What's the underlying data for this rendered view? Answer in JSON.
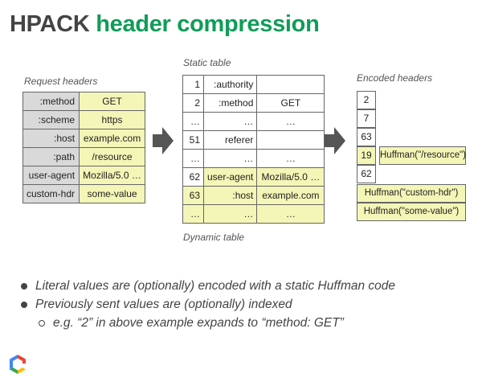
{
  "title": {
    "part1": "HPACK",
    "part2": "header compression"
  },
  "request": {
    "caption": "Request headers",
    "rows": [
      {
        "key": ":method",
        "value": "GET"
      },
      {
        "key": ":scheme",
        "value": "https"
      },
      {
        "key": ":host",
        "value": "example.com"
      },
      {
        "key": ":path",
        "value": "/resource"
      },
      {
        "key": "user-agent",
        "value": "Mozilla/5.0 …"
      },
      {
        "key": "custom-hdr",
        "value": "some-value"
      }
    ]
  },
  "static_table": {
    "caption": "Static table",
    "dynamic_caption": "Dynamic table",
    "rows": [
      {
        "index": "1",
        "key": ":authority",
        "value": "",
        "dynamic": false
      },
      {
        "index": "2",
        "key": ":method",
        "value": "GET",
        "dynamic": false
      },
      {
        "index": "…",
        "key": "…",
        "value": "…",
        "dynamic": false
      },
      {
        "index": "51",
        "key": "referer",
        "value": "",
        "dynamic": false
      },
      {
        "index": "…",
        "key": "…",
        "value": "…",
        "dynamic": false
      },
      {
        "index": "62",
        "key": "user-agent",
        "value": "Mozilla/5.0 …",
        "dynamic": true
      },
      {
        "index": "63",
        "key": ":host",
        "value": "example.com",
        "dynamic": true
      },
      {
        "index": "…",
        "key": "…",
        "value": "…",
        "dynamic": true
      }
    ]
  },
  "encoded": {
    "caption": "Encoded headers",
    "idx_2": "2",
    "idx_7": "7",
    "idx_63": "63",
    "idx_19": "19",
    "huffman_resource": "Huffman(\"/resource\")",
    "idx_62": "62",
    "huffman_custom_hdr": "Huffman(\"custom-hdr\")",
    "huffman_some_value": "Huffman(\"some-value\")"
  },
  "bullets": {
    "b1": "Literal values are (optionally) encoded with a static Huffman code",
    "b2": "Previously sent values are (optionally) indexed",
    "b3": "e.g. “2” in above example expands to “method: GET”"
  },
  "colors": {
    "accent_green": "#0f9d58",
    "gray_cell": "#d9d9d9",
    "yellow_cell": "#f3f6b6"
  }
}
